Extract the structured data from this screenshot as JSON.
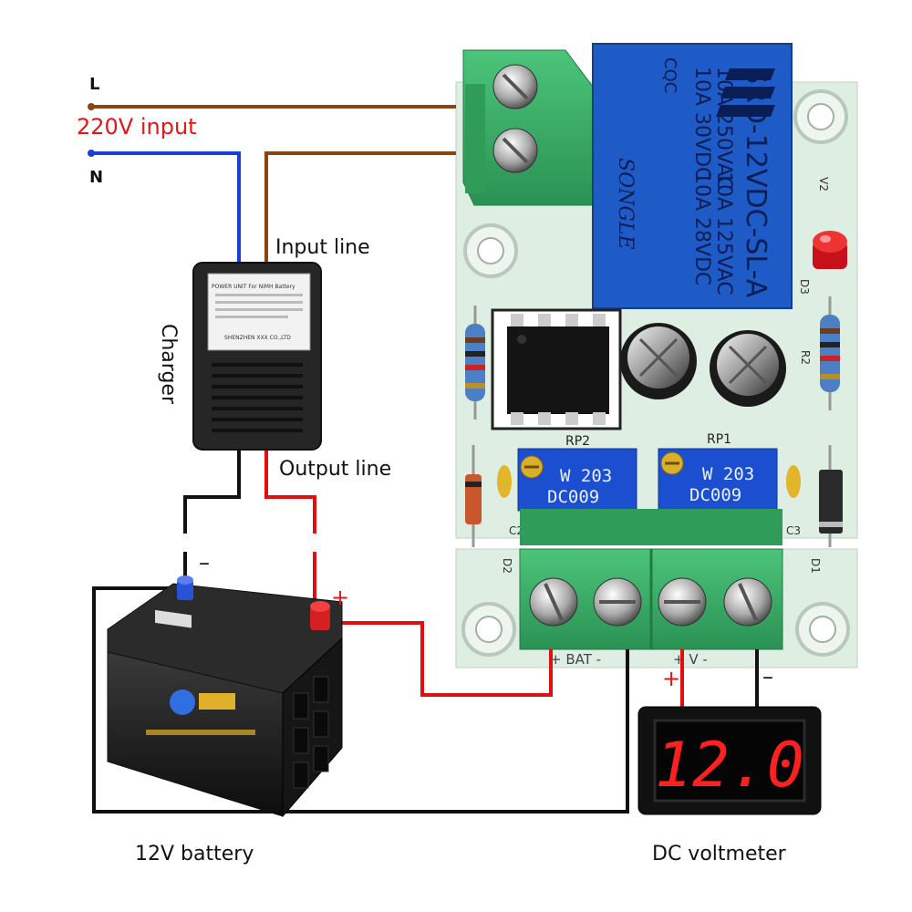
{
  "labels": {
    "line_L": "L",
    "input_220v": "220V input",
    "line_N": "N",
    "input_line": "Input line",
    "charger": "Charger",
    "output_line": "Output line",
    "minus_sign": "–",
    "plus_sign": "+",
    "battery": "12V battery",
    "voltmeter": "DC voltmeter"
  },
  "relay": {
    "brand": "SONGLE",
    "model": "SRD-12VDC-SL-A",
    "rating1": "10A 250VAC",
    "rating2": "10A 125VAC",
    "rating3": "10A 30VDC",
    "rating4": "10A 28VDC",
    "cqc": "CQC"
  },
  "board": {
    "rp1": "RP1",
    "rp2": "RP2",
    "pot_text1": "W 203",
    "pot_text2": "DC009",
    "terminal_bat": "+ BAT -",
    "terminal_v": "+ V -",
    "d1": "D1",
    "d2": "D2",
    "d3": "D3",
    "c2": "C2",
    "c3": "C3",
    "r2": "R2",
    "v2": "V2"
  },
  "charger_plate": {
    "line1": "POWER UNIT For NiMH Battery",
    "line2": "SHENZHEN XXX CO.,LTD"
  },
  "voltmeter": {
    "reading": "12.0"
  },
  "colors": {
    "live_wire": "#8B4513",
    "neutral_wire": "#1a3fd6",
    "positive_wire": "#e01010",
    "negative_wire": "#111111",
    "pcb": "#dfeee2",
    "terminal_green": "#3bb56a",
    "relay_blue": "#1e5bc6",
    "display_red": "#ff2020",
    "red_label": "#e01818"
  }
}
